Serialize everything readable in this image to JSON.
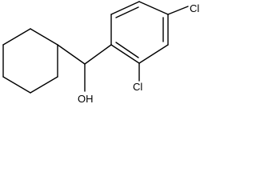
{
  "atom_labels": {
    "cl_top": "Cl",
    "cl_bottom": "Cl",
    "hydroxyl": "OH"
  },
  "colors": {
    "bond": "#000000",
    "label": "#000000",
    "background": "#ffffff"
  }
}
